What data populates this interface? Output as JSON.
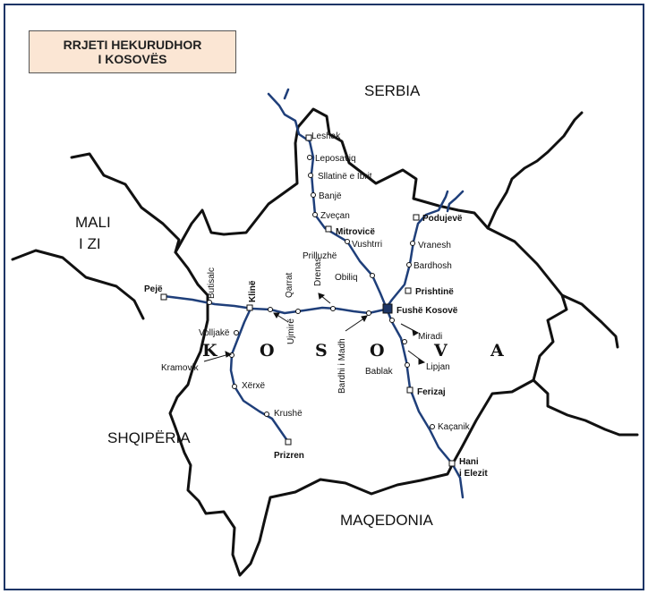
{
  "title": {
    "line1": "RRJETI HEKURUDHOR",
    "line2": "I KOSOVËS"
  },
  "neighbours": {
    "serbia": "SERBIA",
    "mali_1": "MALI",
    "mali_2": "I ZI",
    "shqiperia": "SHQIPËRIA",
    "maqedonia": "MAQEDONIA"
  },
  "kosova_letters": [
    "K",
    "O",
    "S",
    "O",
    "V",
    "A"
  ],
  "stations": {
    "leshak": "Leshak",
    "leposaviq": "Leposaviq",
    "sllatine": "Sllatinë e Ibrit",
    "banje": "Banjë",
    "zvecan": "Zveçan",
    "mitrovice": "Mitrovicë",
    "vushtrri": "Vushtrri",
    "prilluzhe": "Prilluzhë",
    "obiliq": "Obiliq",
    "podujeve": "Podujevë",
    "vranesh": "Vranesh",
    "bardhosh": "Bardhosh",
    "prishtine": "Prishtinë",
    "fushe_kosove": "Fushë Kosovë",
    "miradi": "Miradi",
    "lipjan": "Lipjan",
    "bablak": "Bablak",
    "ferizaj": "Ferizaj",
    "kacanik": "Kaçanik",
    "hani_1": "Hani",
    "hani_2": "i Elezit",
    "peje": "Pejë",
    "butisalc": "Butisalc",
    "kline": "Klinë",
    "qarrat": "Qarrat",
    "drenas": "Drenas",
    "ujmire": "Ujmirë",
    "bardhi_madh": "Bardhi i Madh",
    "volljake": "Volljakë",
    "kramovik": "Kramovik",
    "xerxe": "Xërxë",
    "krushe": "Krushë",
    "prizren": "Prizren"
  },
  "colors": {
    "border": "#1c3566",
    "rail": "#1f3f7a",
    "title_bg": "#fbe6d4"
  }
}
